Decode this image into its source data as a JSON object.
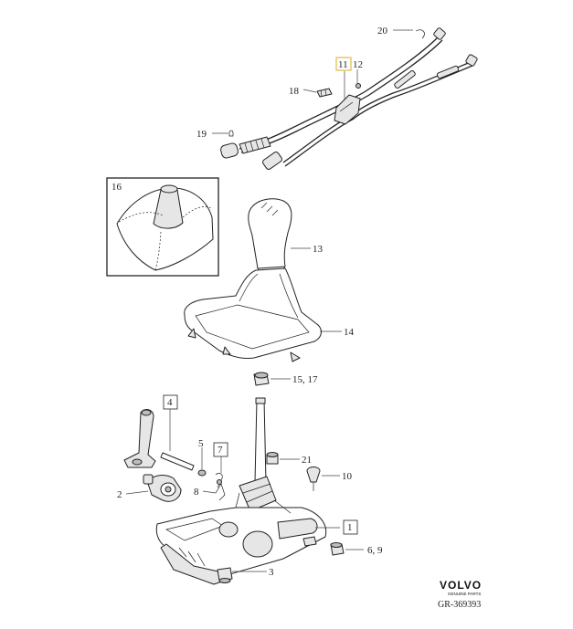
{
  "callouts": {
    "c20": "20",
    "c11": "11",
    "c12": "12",
    "c18": "18",
    "c19": "19",
    "c16": "16",
    "c13": "13",
    "c14": "14",
    "c15_17": "15, 17",
    "c4": "4",
    "c5": "5",
    "c7": "7",
    "c2": "2",
    "c8": "8",
    "c21": "21",
    "c10": "10",
    "c1": "1",
    "c6_9": "6, 9",
    "c3": "3"
  },
  "branding": {
    "logo": "VOLVO",
    "logo_sub": "GENUINE PARTS",
    "reference": "GR-369393"
  }
}
